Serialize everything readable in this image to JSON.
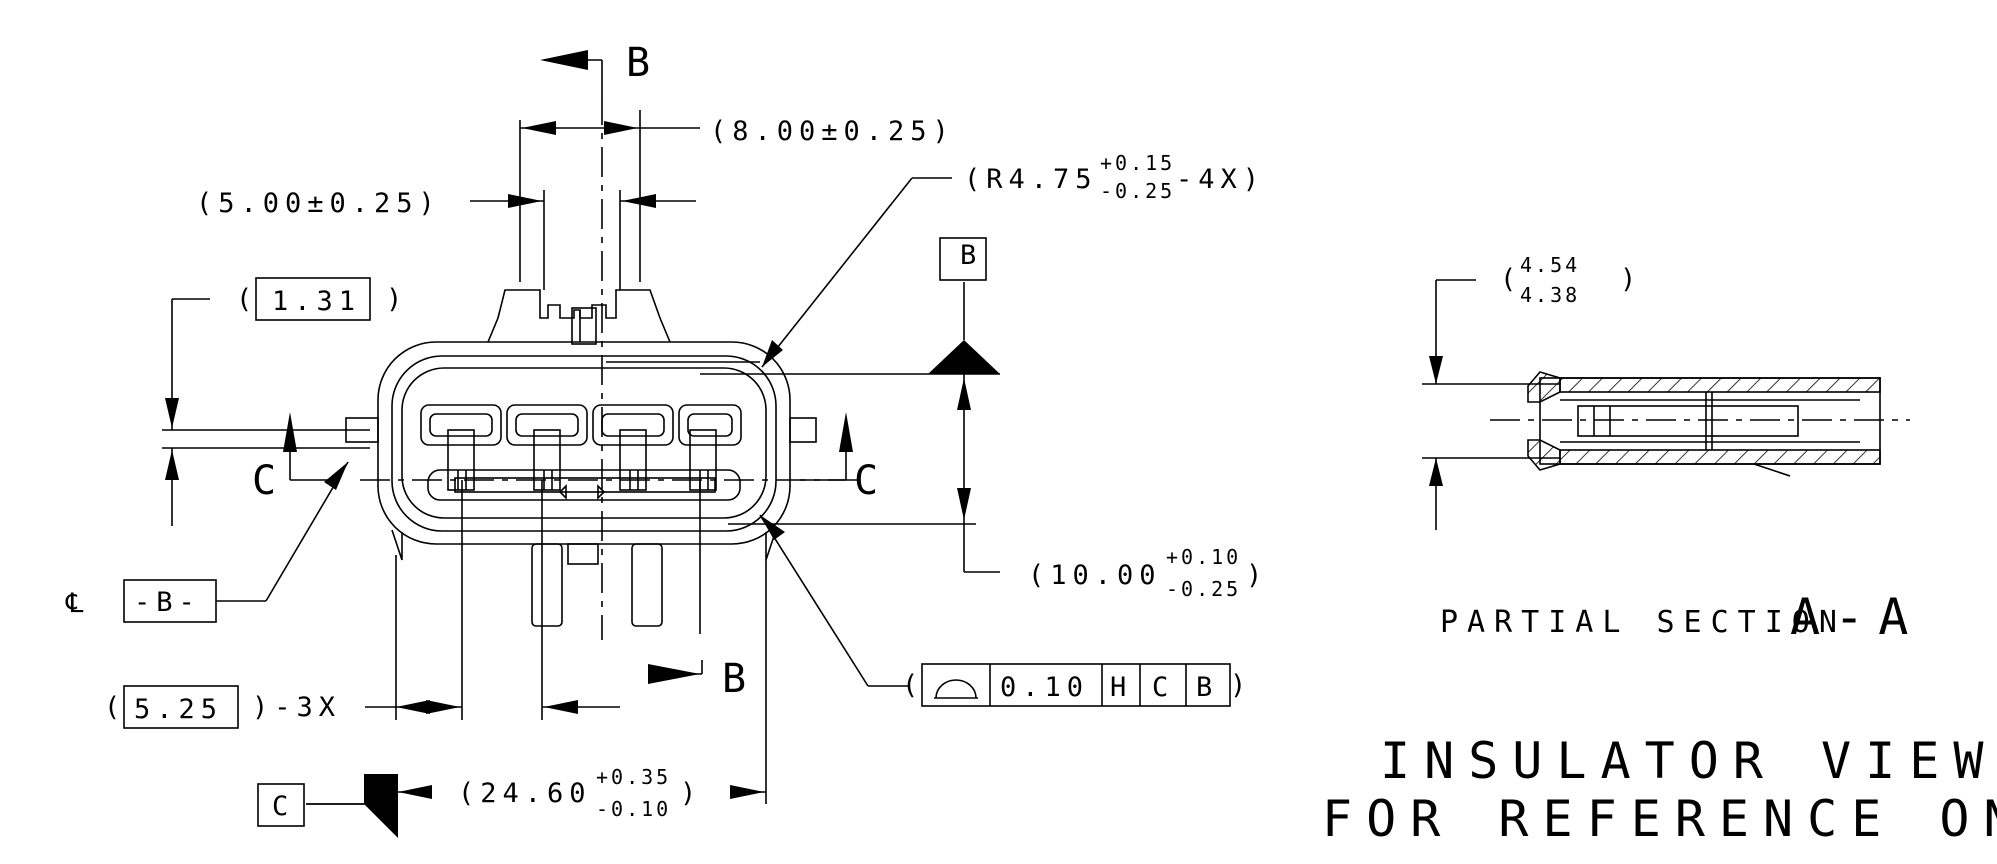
{
  "section_markers": {
    "b_top": "B",
    "b_bottom": "B",
    "c_left": "C",
    "c_right": "C"
  },
  "dimensions": {
    "d_8": "(8.00±0.25)",
    "d_5": "(5.00±0.25)",
    "r_main": "(R4.75",
    "r_plus": "+0.15",
    "r_minus": "-0.25",
    "r_tail": "-4X)",
    "d_131_open": "(",
    "d_131": "1.31",
    "d_131_close": ")",
    "d_10_main": "(10.00",
    "d_10_plus": "+0.10",
    "d_10_minus": "-0.25",
    "d_10_close": ")",
    "d_525_open": "(",
    "d_525": "5.25",
    "d_525_tail": ")-3X",
    "d_24_main": "(24.60",
    "d_24_plus": "+0.35",
    "d_24_minus": "-0.10",
    "d_24_close": ")",
    "d_454_open": "(",
    "d_454_top": "4.54",
    "d_454_bottom": "4.38",
    "d_454_close": ")"
  },
  "datums": {
    "b_box": "B",
    "c_box": "C",
    "b_centerline": "-B-",
    "centerline_symbol": "℄"
  },
  "feature_control": {
    "open": "(",
    "tolerance": "0.10",
    "ref_1": "H",
    "ref_2": "C",
    "ref_3": "B",
    "close": ")"
  },
  "labels": {
    "partial_section": "PARTIAL SECTION",
    "section_id": "A-A",
    "note_line1": "INSULATOR VIEWS",
    "note_line2": "FOR REFERENCE ONLY"
  }
}
